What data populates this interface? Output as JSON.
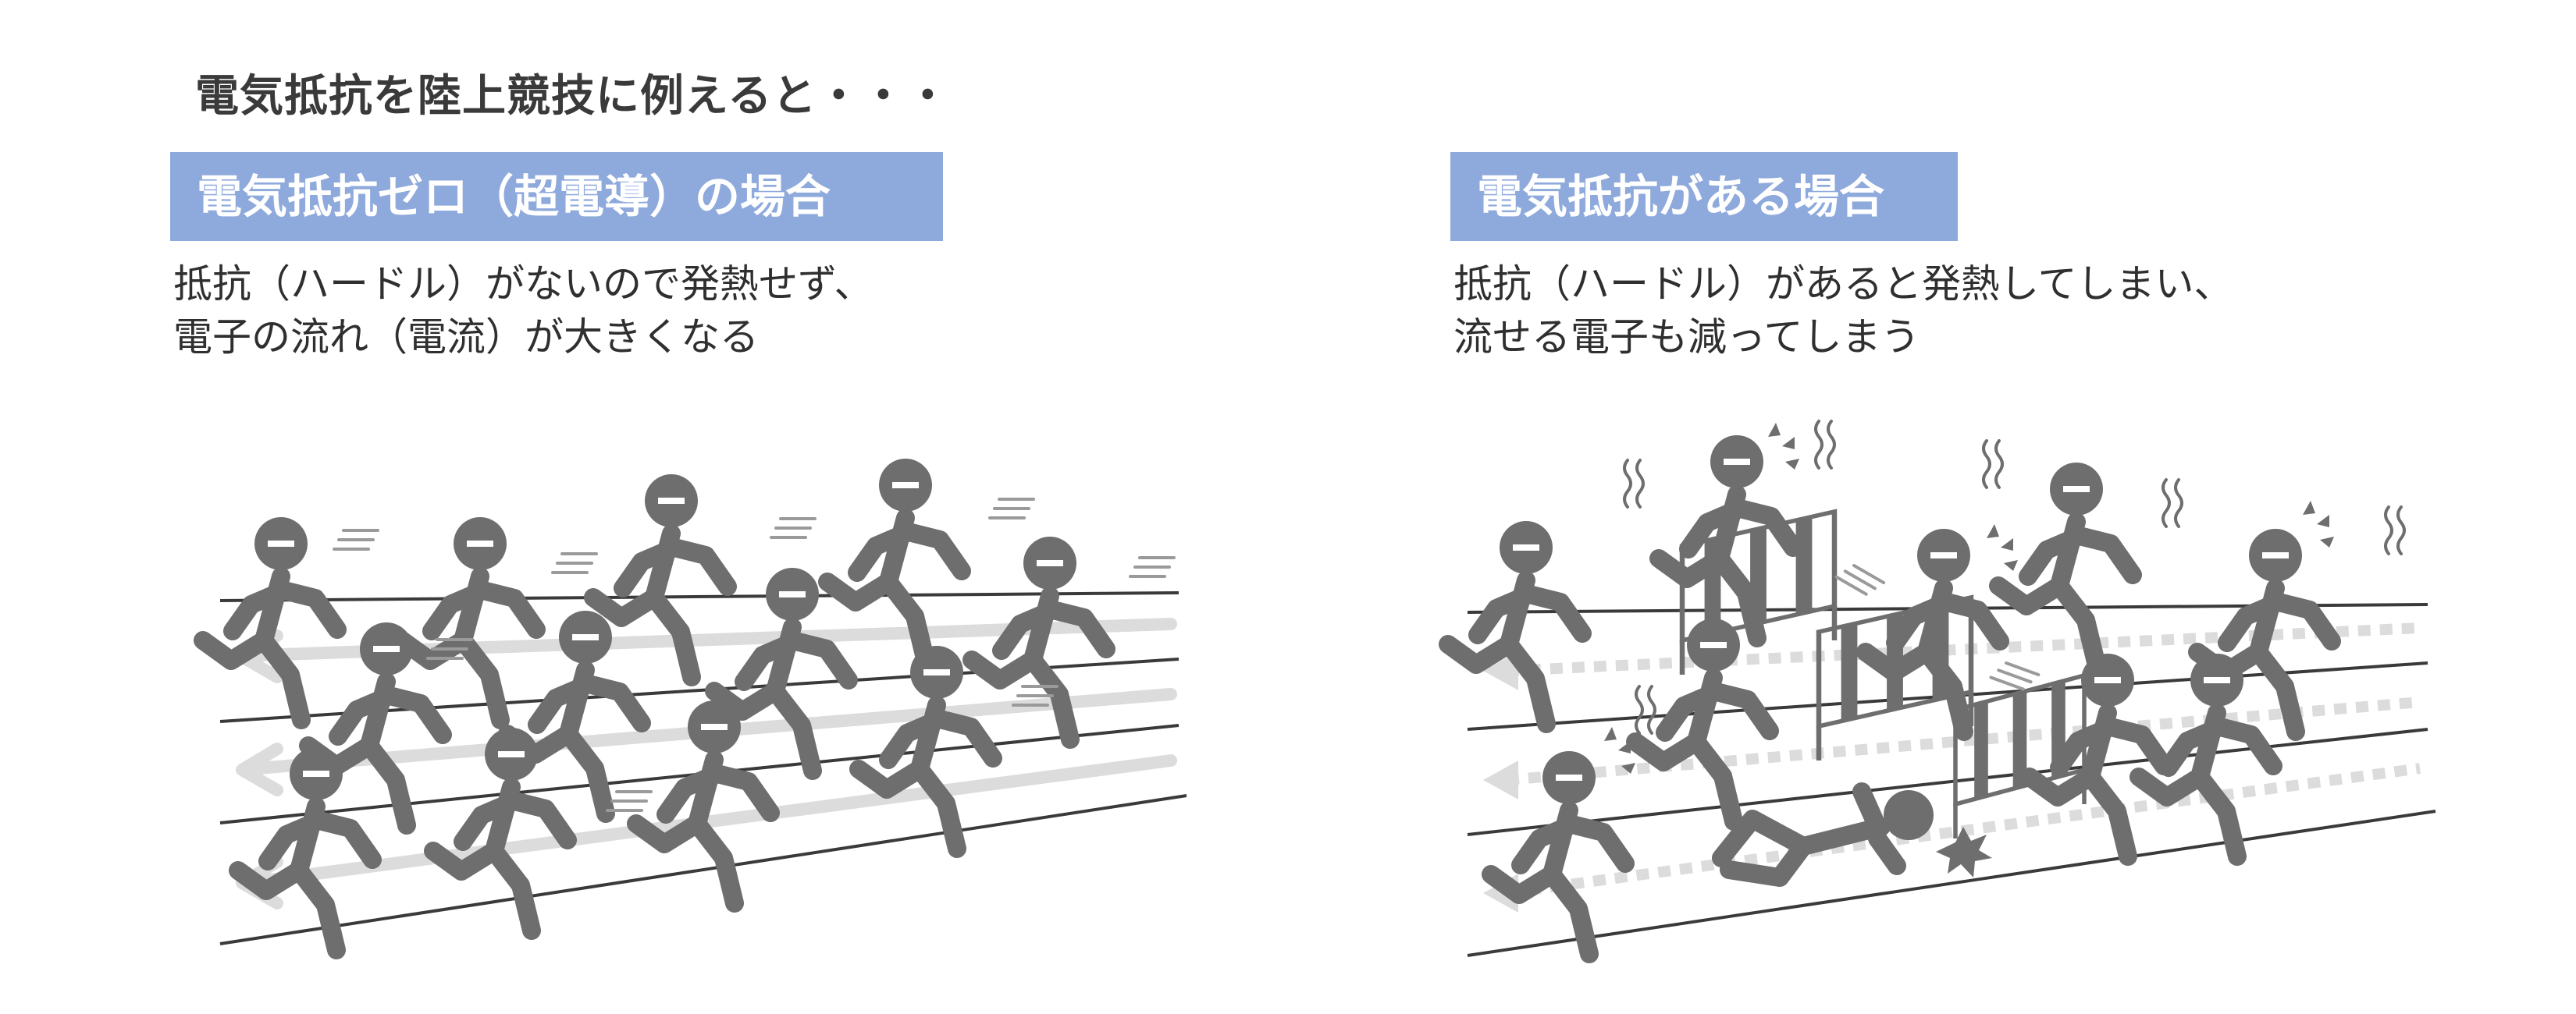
{
  "main_title": "電気抵抗を陸上競技に例えると・・・",
  "left_panel": {
    "header": "電気抵抗ゼロ（超電導）の場合",
    "desc_lines": [
      "抵抗（ハードル）がないので発熱せず、",
      "電子の流れ（電流）が大きくなる"
    ]
  },
  "right_panel": {
    "header": "電気抵抗がある場合",
    "desc_lines": [
      "抵抗（ハードル）があると発熱してしまい、",
      "流せる電子も減ってしまう"
    ]
  },
  "colors": {
    "header_bg": "#8ea9db",
    "figure": "#6e6e6e",
    "arrow": "#dcdcdc",
    "track": "#3a3a3a"
  }
}
